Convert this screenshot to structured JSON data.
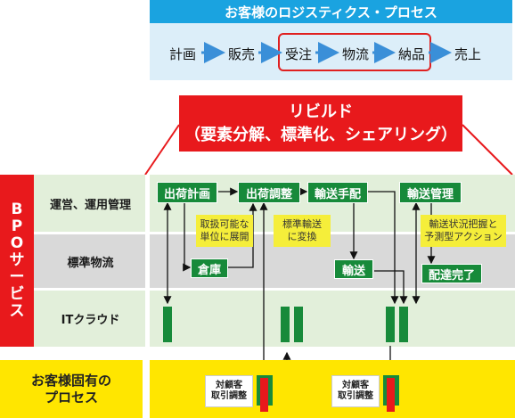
{
  "flow": {
    "title": "お客様のロジスティクス・プロセス",
    "steps": [
      "計画",
      "販売",
      "受注",
      "物流",
      "納品",
      "売上"
    ]
  },
  "rebuild": {
    "line1": "リビルド",
    "line2": "（要素分解、標準化、シェアリング）"
  },
  "bpo_label": [
    "B",
    "P",
    "O",
    "サ",
    "ー",
    "ビ",
    "ス"
  ],
  "lanes": {
    "operations": "運営、運用管理",
    "logistics": "標準物流",
    "cloud": "ITクラウド"
  },
  "boxes": {
    "shipping_plan": "出荷計画",
    "shipping_adjust": "出荷調整",
    "transport_arrange": "輸送手配",
    "transport_manage": "輸送管理",
    "warehouse": "倉庫",
    "transport": "輸送",
    "delivery_done": "配達完了"
  },
  "notes": {
    "unit_expand": [
      "取扱可能な",
      "単位に展開"
    ],
    "std_convert": [
      "標準輸送",
      "に変換"
    ],
    "status_predict": [
      "輸送状況把握と",
      "予測型アクション"
    ]
  },
  "customer": {
    "label": [
      "お客様固有の",
      "プロセス"
    ],
    "box1": [
      "対顧客",
      "取引調整"
    ],
    "box2": [
      "対顧客",
      "取引調整"
    ]
  },
  "colors": {
    "blue": "#1aa3e0",
    "red": "#e8191c",
    "green": "#178a3a",
    "yellow": "#ffe600",
    "note_yellow": "#f5ee3a",
    "lane_green": "#e2efda",
    "lane_gray": "#d9d9d9"
  }
}
